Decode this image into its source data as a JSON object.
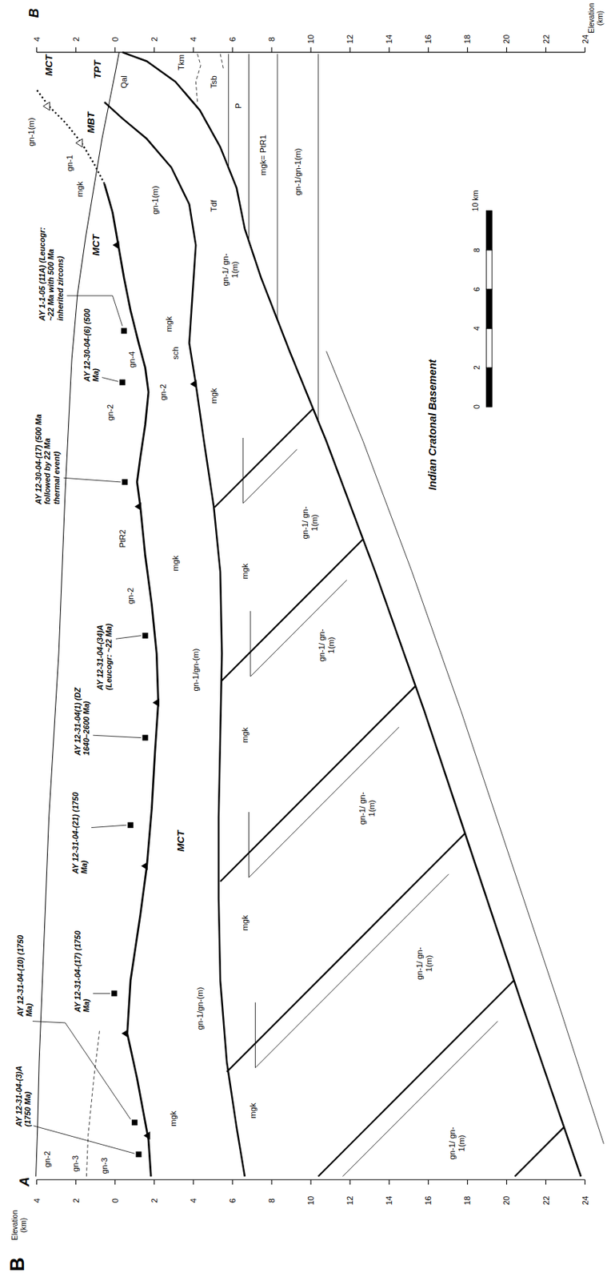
{
  "diagram": {
    "labels": [
      "B",
      "Elevation (km)",
      "A",
      "4",
      "2",
      "0",
      "2",
      "4",
      "6",
      "8",
      "10",
      "12",
      "14",
      "16",
      "18",
      "20",
      "22",
      "24",
      "B",
      "Elevation (km)",
      "4",
      "2",
      "0",
      "2",
      "4",
      "6",
      "8",
      "10",
      "12",
      "14",
      "16",
      "18",
      "20",
      "22",
      "24",
      "AY 12-31-04-(3)A (1750 Ma)",
      "gn-2",
      "gn-3",
      "gn-3",
      "AY 12-31-04-(10) (1750 Ma)",
      "AY 12-31-04-(17) (1750 Ma)",
      "mgk",
      "gn-1/gn-(m)",
      "AY 12-31-04-(21) (1750 Ma)",
      "MCT",
      "AY 12-31-04(1) (DZ 1640–2600 Ma)",
      "gn-2",
      "PtR2",
      "AY 12-31-04-(34)A (Leucogr: ~22 Ma)",
      "mgk",
      "gn-1/gn-(m)",
      "AY 12-30-04-(17) (500 Ma followed by 22 Ma thermal event)",
      "AY 12-30-04-(6) (500 Ma)",
      "gn-2",
      "gn-4",
      "AY 1-1-05 (11A) (Leucogr: ~22 Ma with 500 Ma inherited zircons)",
      "MCT",
      "gn-2",
      "sch",
      "mgk",
      "gn-1/ gn-1(m)",
      "gn-1(m)",
      "Tdf",
      "mgk",
      "gn-1",
      "gn-1(m)",
      "MCT",
      "MBT",
      "TPT",
      "Qal",
      "Tkm",
      "Tsb",
      "P",
      "mgk= PtR1",
      "gn-1/gn-1(m)",
      "Indian Cratonal Basement",
      "mgk",
      "gn-1/ gn-1(m)",
      "gn-1/ gn-1(m)",
      "mgk",
      "gn-1/ gn-1(m)",
      "mgk",
      "gn-1/ gn-1(m)",
      "mgk",
      "gn-1/ gn-1(m)",
      "mgk",
      "0",
      "2",
      "4",
      "6",
      "8",
      "10 km"
    ]
  }
}
